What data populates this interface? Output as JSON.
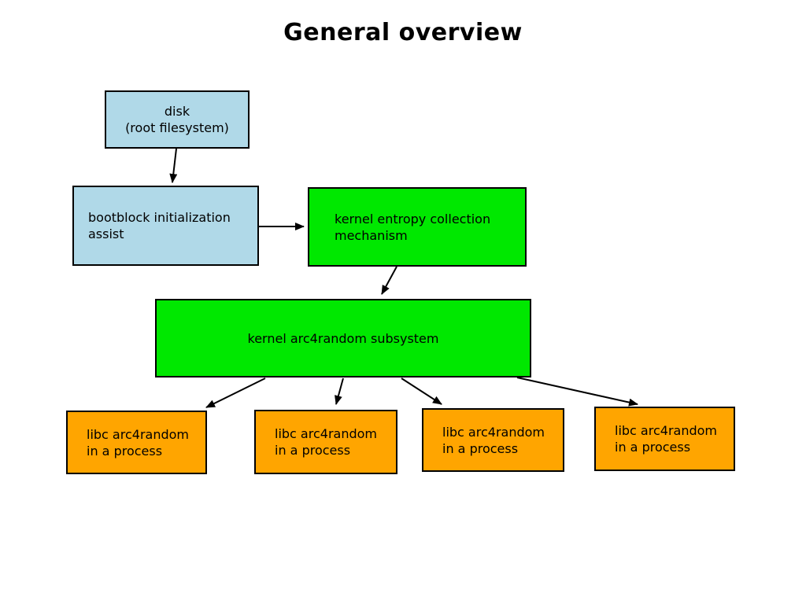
{
  "title": "General overview",
  "colors": {
    "disk": "#b0d9e8",
    "kernel": "#00e800",
    "process": "#ffa500",
    "border": "#000000",
    "background": "#ffffff"
  },
  "nodes": {
    "disk": {
      "line1": "disk",
      "line2": "(root filesystem)"
    },
    "bootblock": {
      "line1": "bootblock initialization",
      "line2": "assist"
    },
    "entropy": {
      "line1": "kernel entropy collection",
      "line2": "mechanism"
    },
    "subsystem": {
      "label": "kernel arc4random subsystem"
    },
    "libc": [
      {
        "line1": "libc arc4random",
        "line2": "in a process"
      },
      {
        "line1": "libc arc4random",
        "line2": "in a process"
      },
      {
        "line1": "libc arc4random",
        "line2": "in a process"
      },
      {
        "line1": "libc arc4random",
        "line2": "in a process"
      }
    ]
  },
  "edges": [
    {
      "from": "disk",
      "to": "bootblock"
    },
    {
      "from": "bootblock",
      "to": "entropy"
    },
    {
      "from": "entropy",
      "to": "subsystem"
    },
    {
      "from": "subsystem",
      "to": "libc-1"
    },
    {
      "from": "subsystem",
      "to": "libc-2"
    },
    {
      "from": "subsystem",
      "to": "libc-3"
    },
    {
      "from": "subsystem",
      "to": "libc-4"
    }
  ]
}
